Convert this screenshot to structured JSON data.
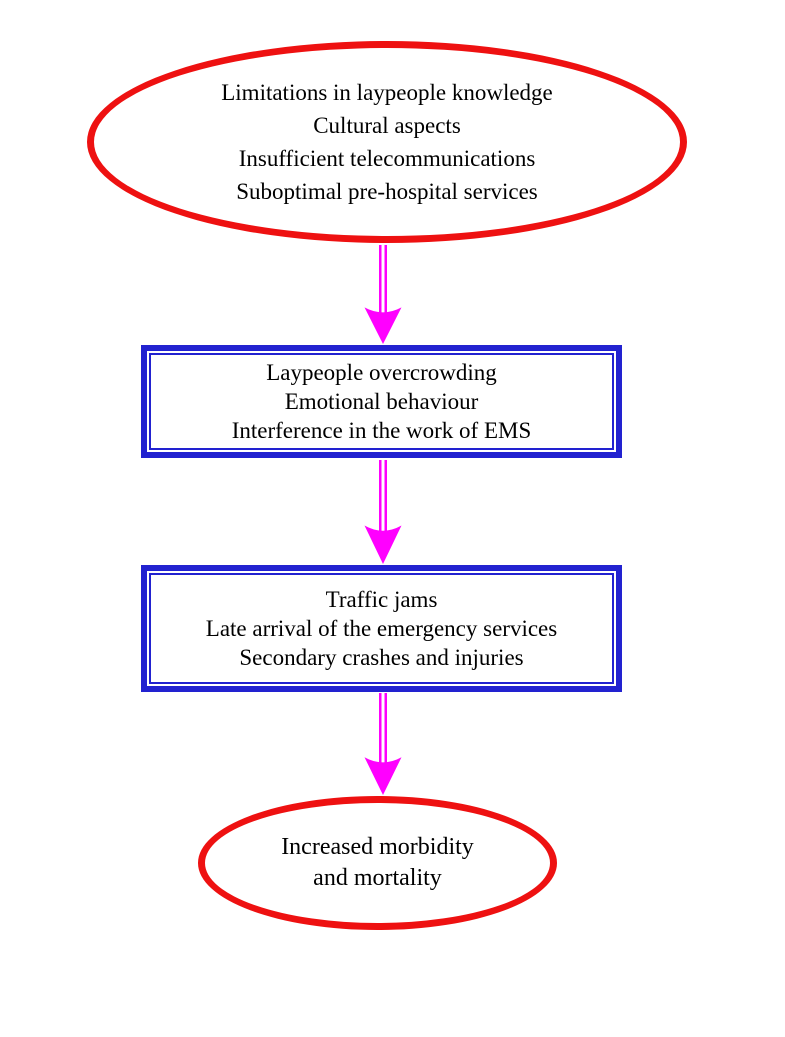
{
  "diagram": {
    "background": "#ffffff",
    "colors": {
      "ellipse_border": "#ee1111",
      "box_border": "#2222d0",
      "arrow": "#ff00ff",
      "text": "#000000"
    },
    "nodes": [
      {
        "id": "pre-hospital-barriers",
        "shape": "ellipse",
        "lines": [
          "Limitations in laypeople knowledge",
          "Cultural aspects",
          "Insufficient telecommunications",
          "Suboptimal pre-hospital services"
        ]
      },
      {
        "id": "bystander-effects",
        "shape": "double-border-box",
        "lines": [
          "Laypeople overcrowding",
          "Emotional behaviour",
          "Interference in the work of EMS"
        ]
      },
      {
        "id": "traffic-effects",
        "shape": "double-border-box",
        "lines": [
          "Traffic jams",
          "Late arrival of the emergency services",
          "Secondary crashes and injuries"
        ]
      },
      {
        "id": "outcome",
        "shape": "ellipse",
        "lines": [
          "Increased morbidity",
          "and mortality"
        ]
      }
    ],
    "connectors": [
      {
        "from": "pre-hospital-barriers",
        "to": "bystander-effects",
        "style": "double-line-down-arrow"
      },
      {
        "from": "bystander-effects",
        "to": "traffic-effects",
        "style": "double-line-down-arrow"
      },
      {
        "from": "traffic-effects",
        "to": "outcome",
        "style": "double-line-down-arrow"
      }
    ]
  }
}
